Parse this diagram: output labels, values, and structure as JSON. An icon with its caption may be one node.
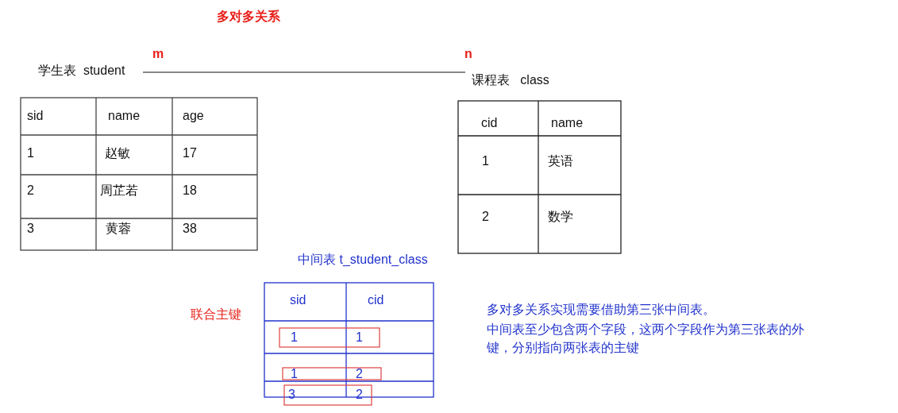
{
  "diagram": {
    "title": "多对多关系",
    "nodes": [
      {
        "text": [
          "学生表  student"
        ]
      },
      {
        "text": [
          "课程表   class"
        ]
      }
    ],
    "edges": [
      {
        "from": 0,
        "to": 1,
        "arrow": "none"
      }
    ],
    "labels": [
      "m",
      "n",
      "sid",
      "name",
      "age",
      "1",
      "赵敏",
      "17",
      "2",
      "周芷若",
      "18",
      "3",
      "黄蓉",
      "38",
      "cid",
      "name",
      "1",
      "英语",
      "2",
      "数学",
      "中间表  t_student_class",
      "联合主键",
      "sid",
      "cid",
      "1",
      "1",
      "1",
      "2",
      "3",
      "2",
      "多对多关系实现需要借助第三张中间表。",
      "中间表至少包含两个字段，这两个字段作为第三张表的外键，分别指向两张表的主键"
    ]
  }
}
